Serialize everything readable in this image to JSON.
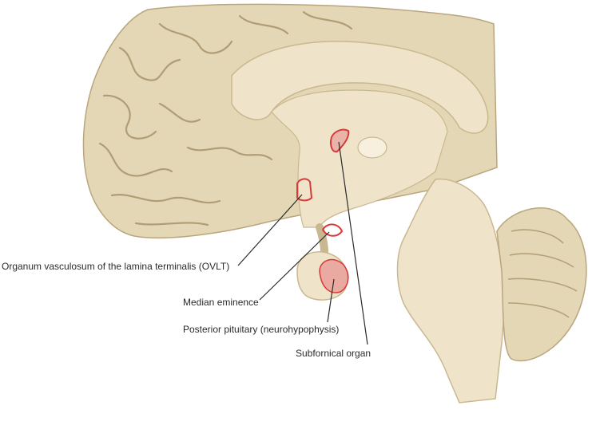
{
  "labels": {
    "ovlt": "Organum vasculosum of the lamina terminalis (OVLT)",
    "median_eminence": "Median eminence",
    "posterior_pituitary": "Posterior pituitary (neurohypophysis)",
    "subfornical_organ": "Subfornical organ"
  },
  "colors": {
    "cortex": "#e3d7b6",
    "cortex_shade": "#c9b88f",
    "sulcus": "#a8946a",
    "midline_section": "#efe4ca",
    "ventricle": "#f7f0df",
    "highlight": "#d63b3b",
    "leader_line": "#2b2b2b"
  }
}
